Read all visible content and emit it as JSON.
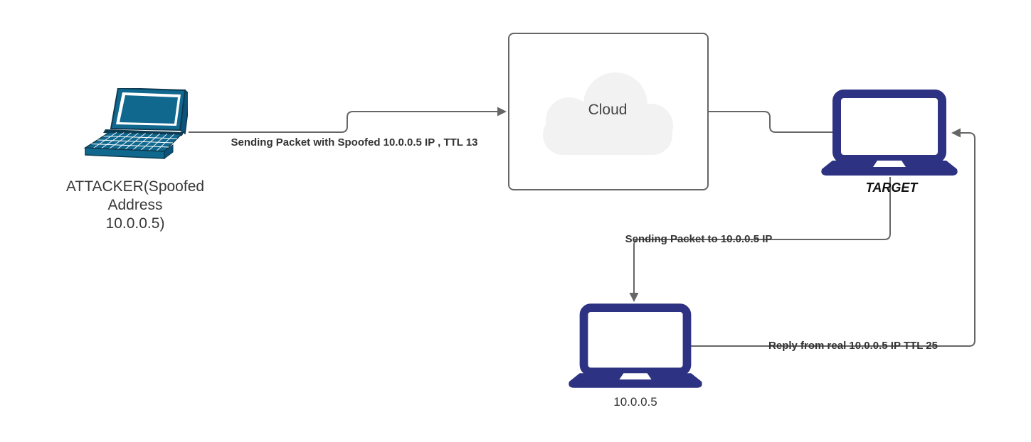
{
  "nodes": {
    "attacker": {
      "label_lines": [
        "ATTACKER(Spoofed",
        "Address",
        "10.0.0.5)"
      ],
      "icon": "laptop-3d-icon"
    },
    "cloud": {
      "label": "Cloud",
      "icon": "cloud-icon"
    },
    "target": {
      "label": "TARGET",
      "icon": "laptop-icon"
    },
    "real_host": {
      "label": "10.0.0.5",
      "icon": "laptop-icon"
    }
  },
  "edges": {
    "attacker_to_cloud": {
      "label": "Sending Packet with Spoofed 10.0.0.5 IP , TTL 13"
    },
    "cloud_to_target": {
      "label": ""
    },
    "target_to_host": {
      "label": "Sending Packet to 10.0.0.5 IP"
    },
    "host_to_target": {
      "label": "Reply from real 10.0.0.5 IP TTL 25"
    }
  },
  "colors": {
    "connector": "#666666",
    "edge_label": "#333333",
    "attacker_laptop": "#11688f",
    "attacker_laptop_dark": "#0d3a50",
    "navy_laptop": "#2d3282",
    "cloud_fill": "#f2f2f2",
    "cloud_border": "#666666"
  }
}
